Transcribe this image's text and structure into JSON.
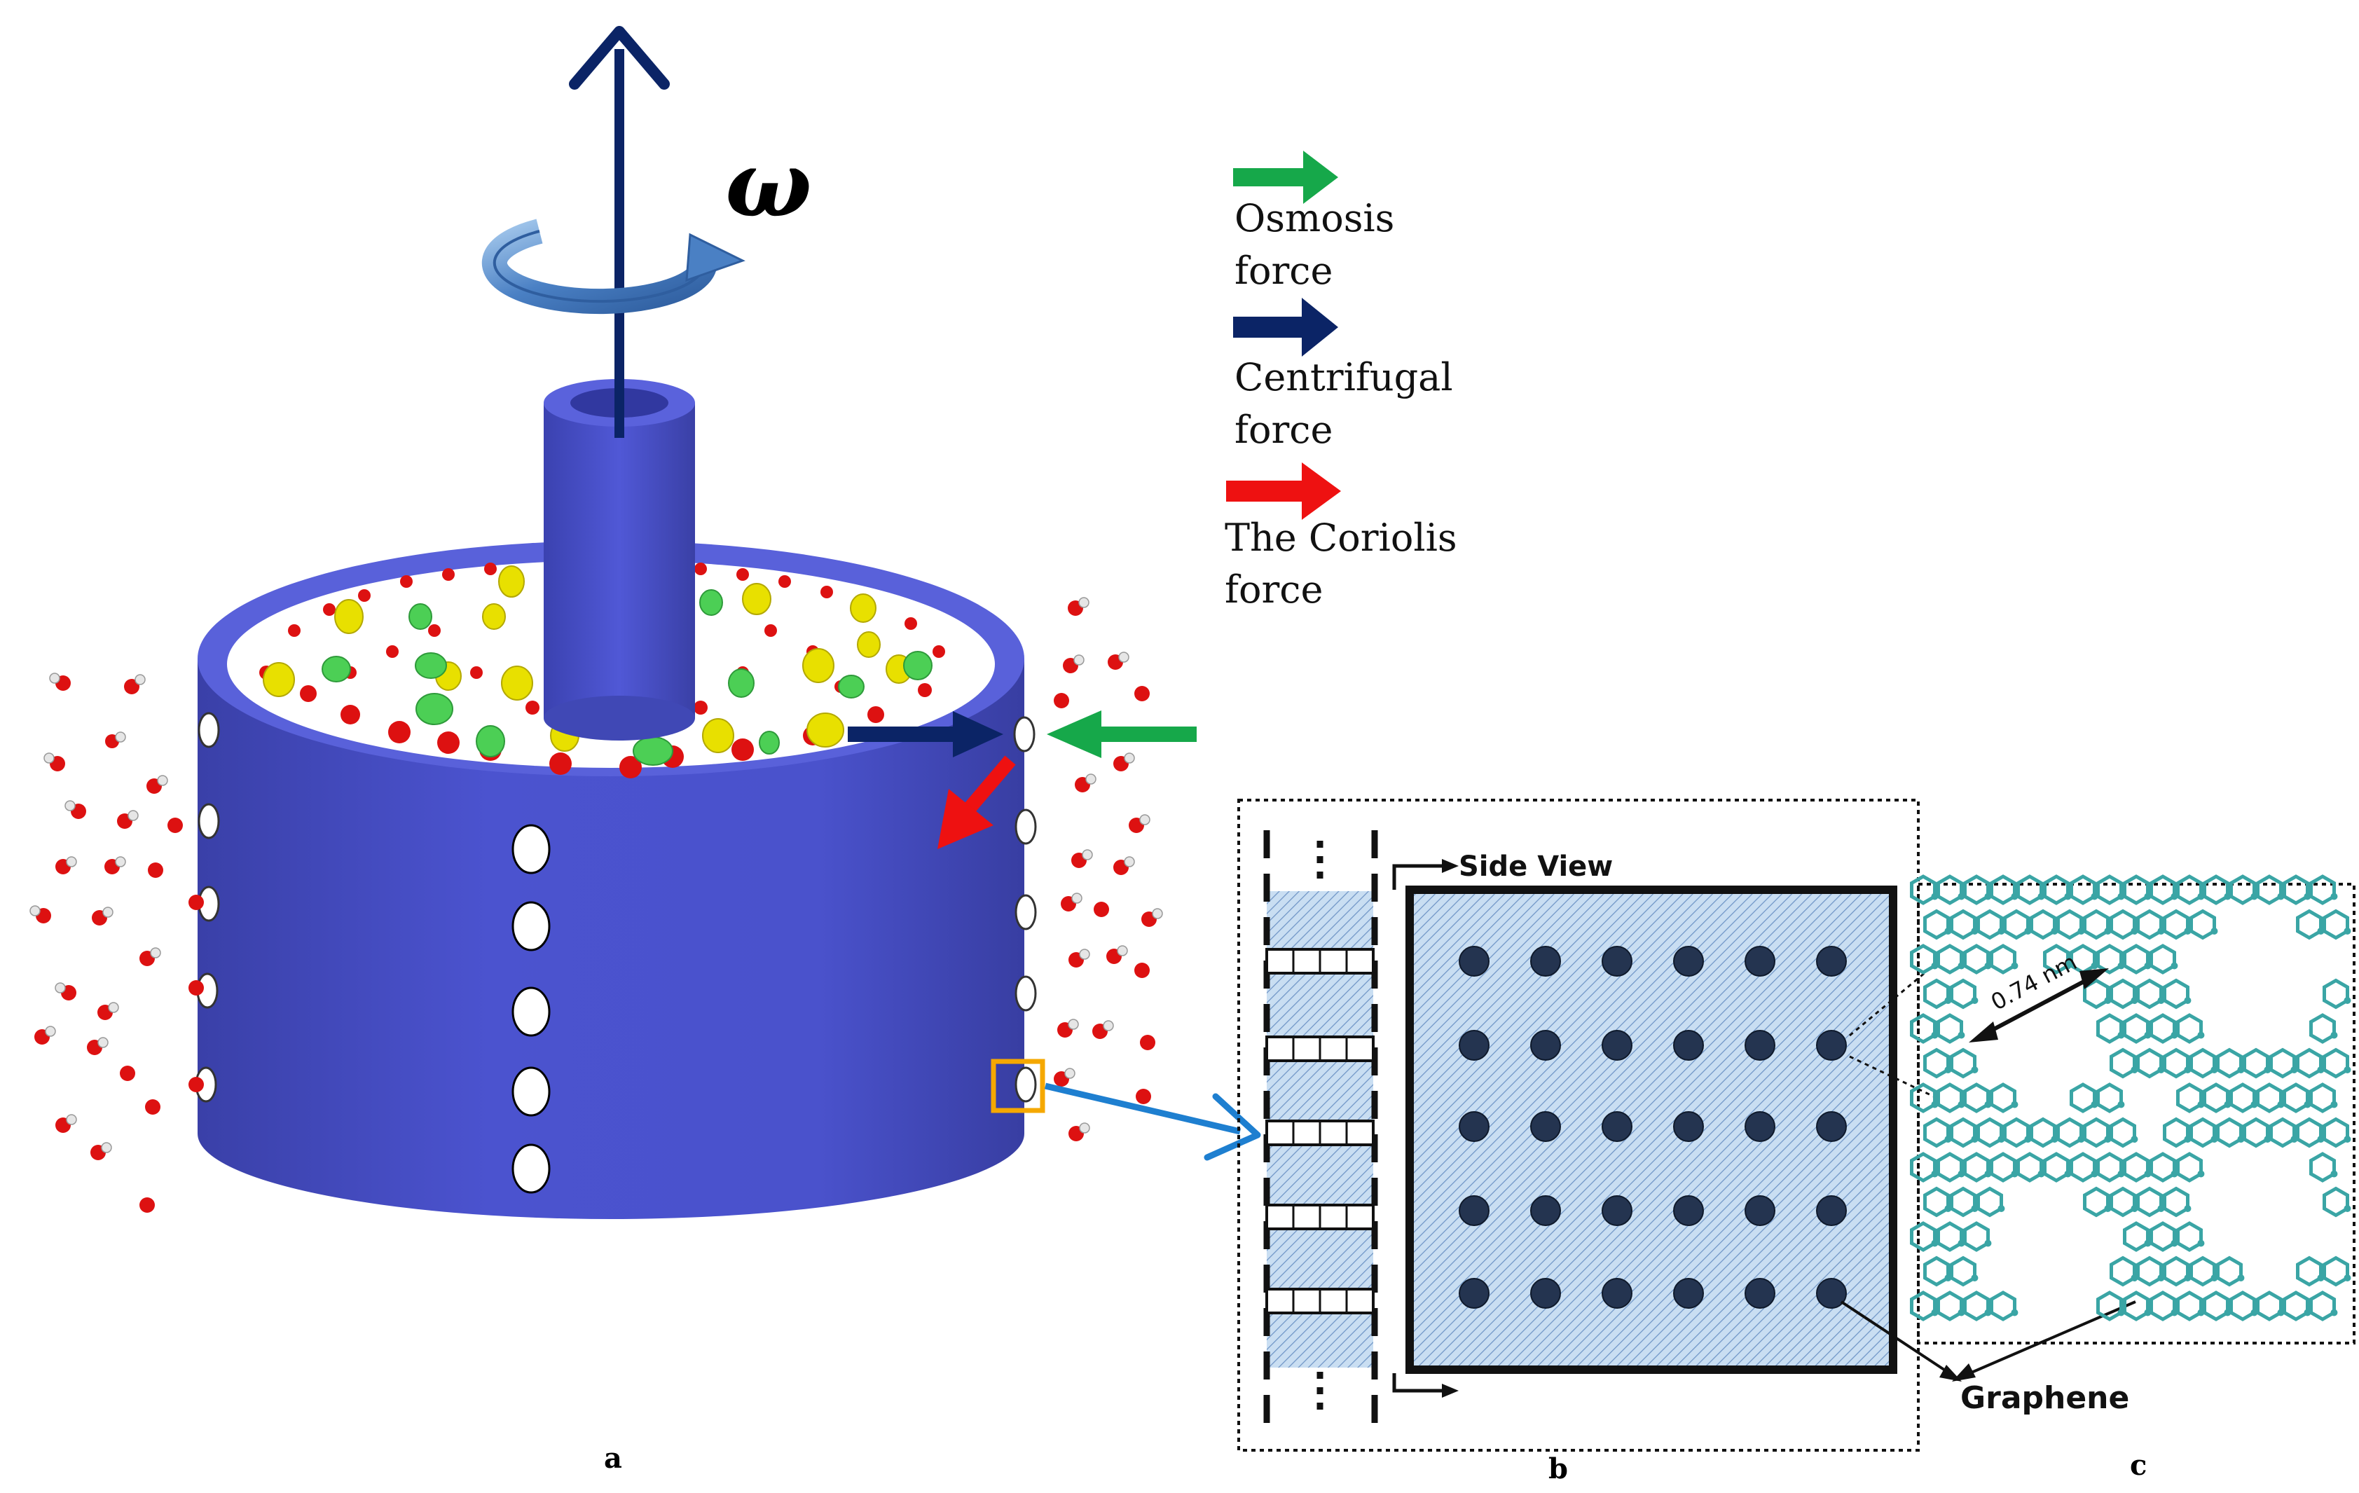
{
  "symbol": {
    "omega": "ω"
  },
  "legend": [
    {
      "key": "osmosis",
      "line1": "Osmosis",
      "line2": "force",
      "color": "#16a84a"
    },
    {
      "key": "centrifugal",
      "line1": "Centrifugal",
      "line2": "force",
      "color": "#0b2466"
    },
    {
      "key": "coriolis",
      "line1": "The Coriolis",
      "line2": "force",
      "color": "#ee1111"
    }
  ],
  "panel_b": {
    "side_view_label": "Side View",
    "graphene_label": "Graphene"
  },
  "panel_c": {
    "pore_size_label": "0.74 nm"
  },
  "panel_labels": {
    "a": "a",
    "b": "b",
    "c": "c"
  },
  "colors": {
    "cylinder": "#4a52cc",
    "cylinder_dark": "#2f3594",
    "inner": "#ffffff",
    "membrane_fill": "#c9def2",
    "membrane_hatch": "#6f95c6",
    "pore_dot": "#243450",
    "highlight_box": "#f5a800",
    "link_arrow": "#1e7fd0",
    "water_o": "#dd1111",
    "salt_yellow": "#e8e000",
    "salt_green": "#4ccf55",
    "graphene_atom": "#3aa5a5"
  }
}
